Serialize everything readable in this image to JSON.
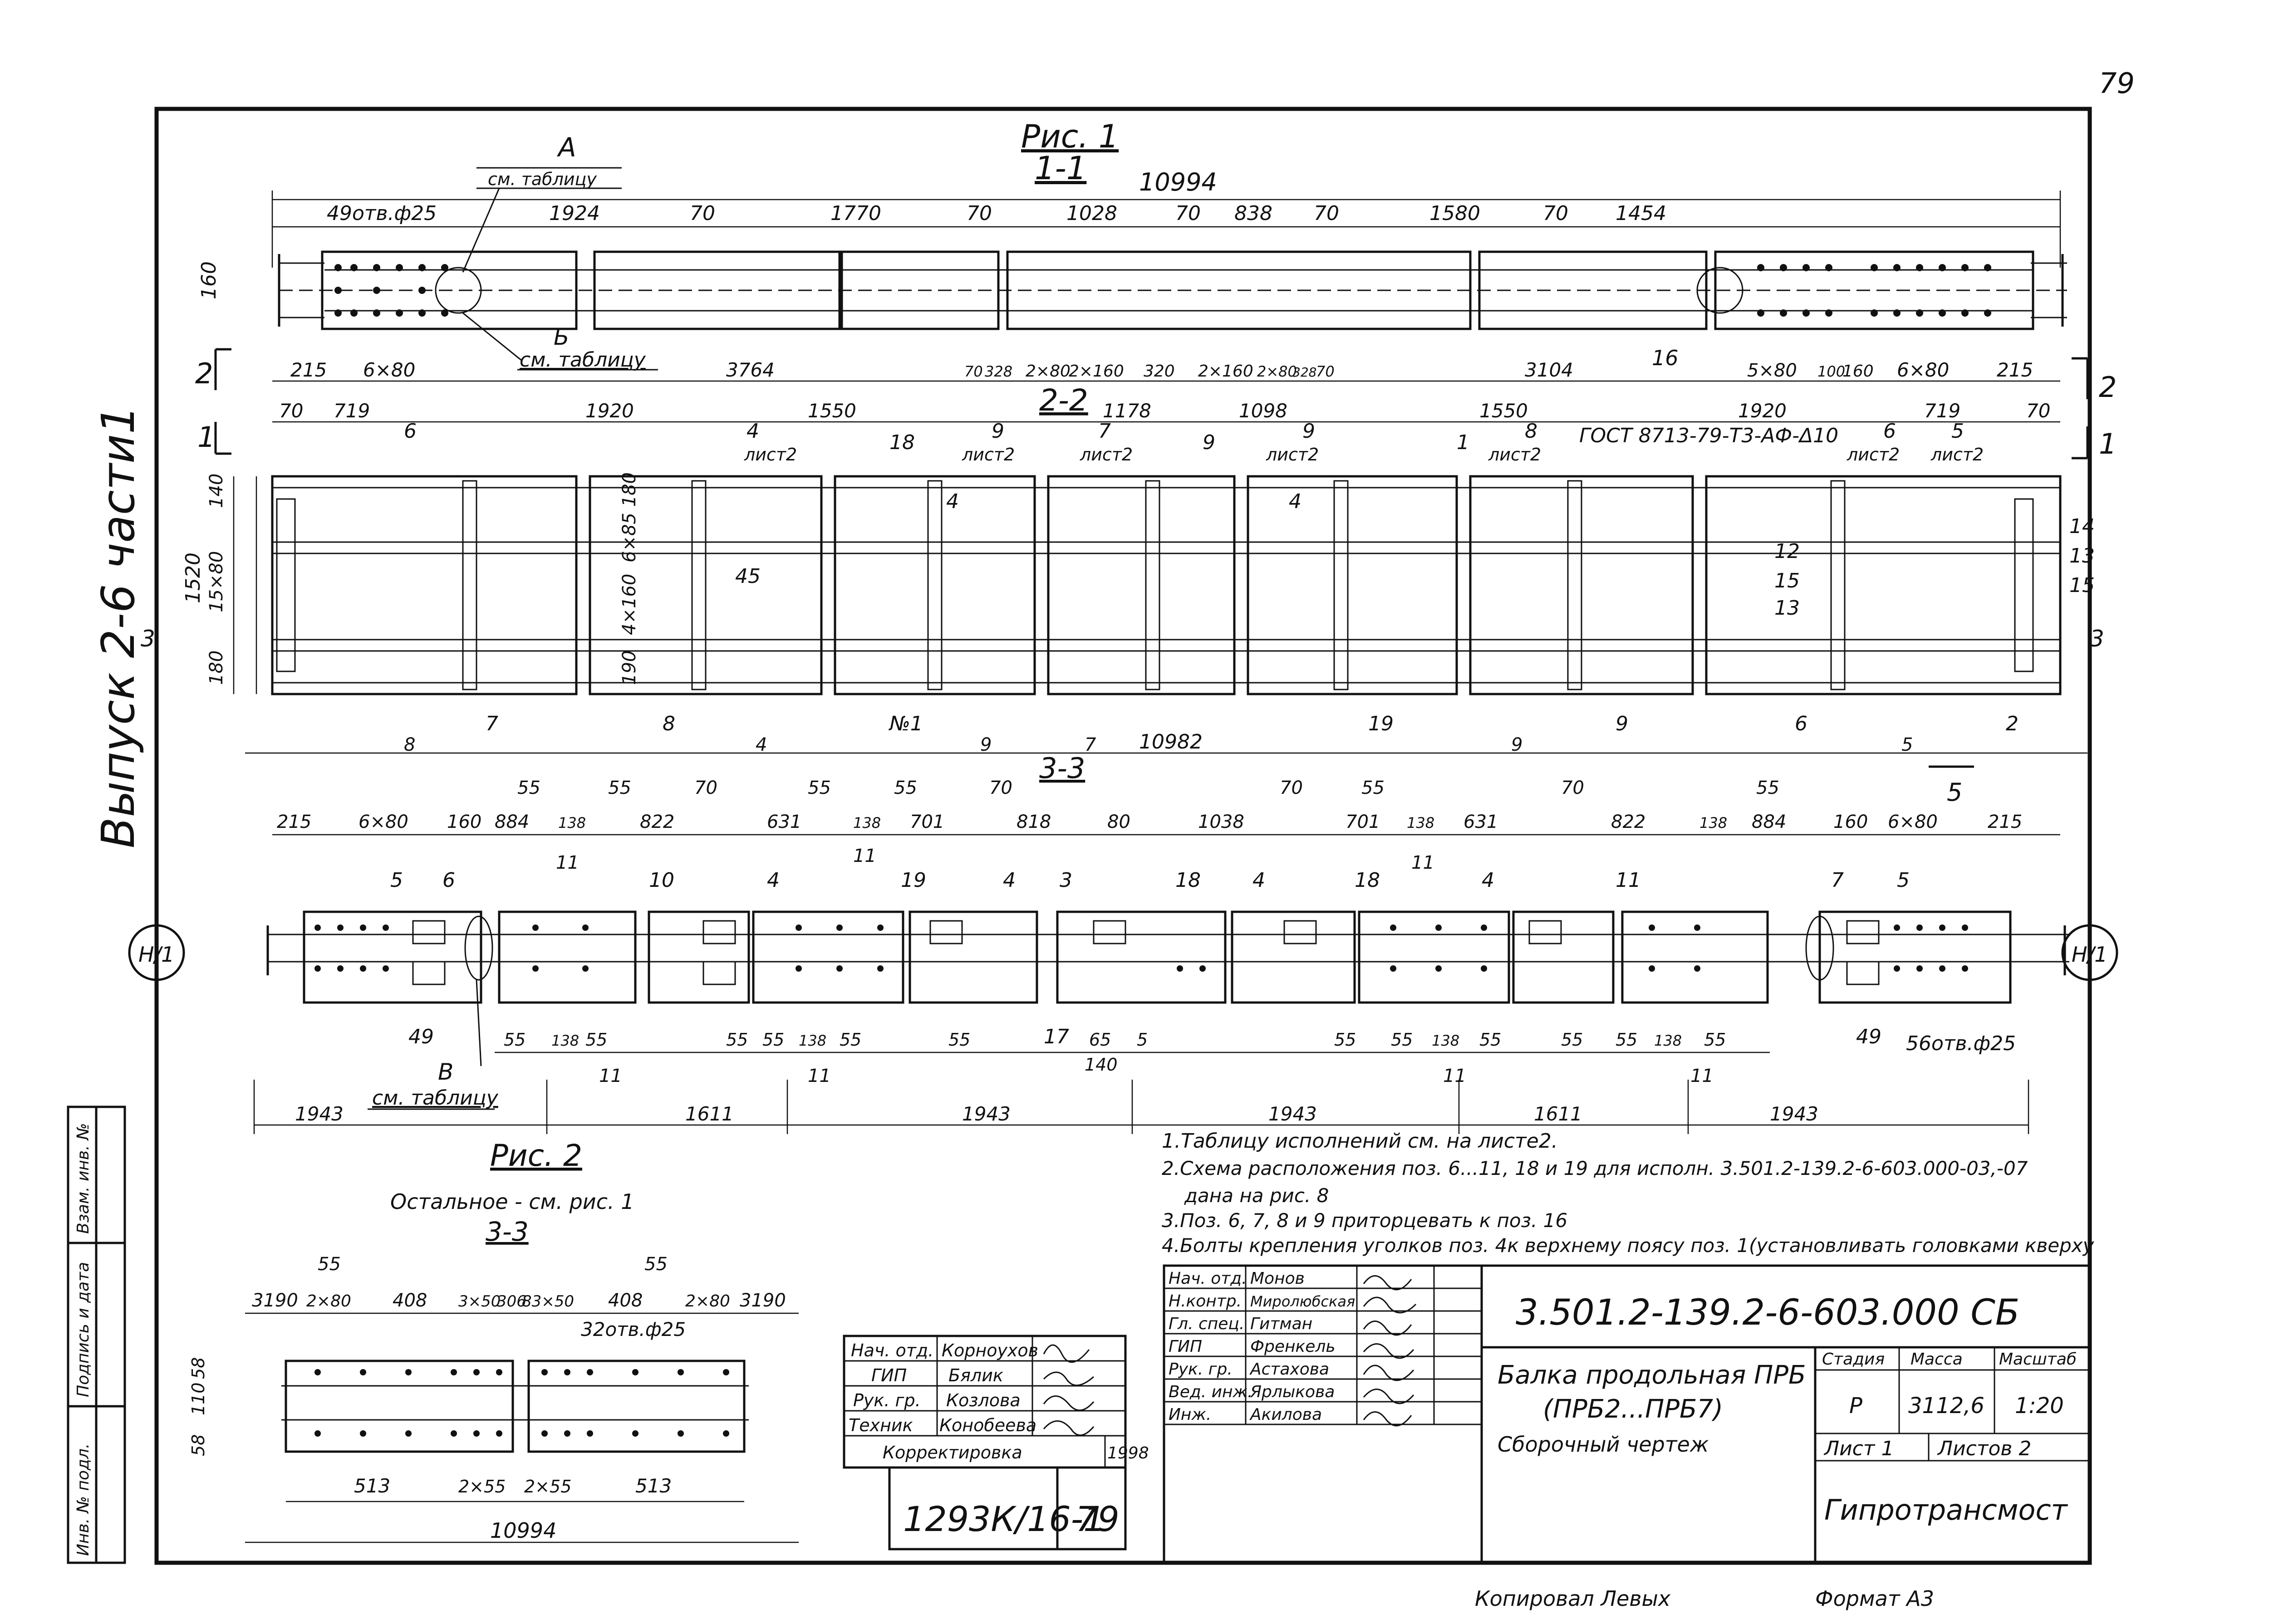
{
  "page_number": "79",
  "side_label": "Выпуск 2-6 части1",
  "fig1": {
    "title": "Рис. 1",
    "sec11": "1-1",
    "sec22": "2-2",
    "sec33": "3-3",
    "overall": "10994",
    "overall_22": "10982",
    "callout_a": "А",
    "callout_a_note": "см. таблицу",
    "callout_b": "Б",
    "callout_b_note": "см. таблицу",
    "callout_v": "В",
    "callout_v_note": "см. таблицу",
    "holes_49": "49отв.ф25",
    "holes_56": "56отв.ф25",
    "height_160": "160",
    "h_140": "140",
    "h_1520": "1520",
    "h_15x80": "15×80",
    "h_180": "180",
    "h_6x85": "6×85 180",
    "h_4x160": "4×160",
    "h_190": "190",
    "gost": "ГОСТ 8713-79-Т3-АФ-Δ10",
    "axis_left": "Н/1",
    "axis_right": "Н/1",
    "dims_11_top": [
      "1924",
      "70",
      "1770",
      "70",
      "1028",
      "70",
      "838",
      "70",
      "1580",
      "70",
      "1454"
    ],
    "dims_11_bot": [
      "215",
      "6×80",
      "3764",
      "70",
      "328",
      "2×80",
      "2×160",
      "320",
      "2×160",
      "2×80",
      "328",
      "70",
      "3104",
      "5×80",
      "100",
      "160",
      "6×80",
      "215"
    ],
    "dims_22_top": [
      "70",
      "719",
      "1920",
      "1550",
      "1178",
      "1098",
      "1550",
      "1920",
      "719",
      "70"
    ],
    "dims_33_top": [
      "215",
      "6×80",
      "160",
      "884",
      "138",
      "822",
      "631",
      "138",
      "701",
      "818",
      "80",
      "1038",
      "701",
      "138",
      "631",
      "822",
      "138",
      "884",
      "160",
      "6×80",
      "215"
    ],
    "dims_33_55": [
      "55",
      "55",
      "70",
      "55",
      "55",
      "70",
      "70",
      "55",
      "70",
      "55"
    ],
    "dims_33_bot": [
      "55",
      "138",
      "55",
      "55",
      "55",
      "138",
      "55",
      "55",
      "65",
      "5",
      "140",
      "55",
      "55",
      "138",
      "55",
      "55",
      "55",
      "138",
      "55"
    ],
    "dims_33_11": [
      "11",
      "11",
      "11",
      "11",
      "11",
      "11"
    ],
    "dims_33_base": [
      "1943",
      "1611",
      "1943",
      "1943",
      "1611",
      "1943"
    ],
    "section_marks": [
      "2",
      "1",
      "2",
      "1",
      "3",
      "3",
      "5",
      "5"
    ],
    "pos_labels_22": [
      "6",
      "4",
      "9",
      "7",
      "9",
      "9",
      "8",
      "6",
      "5",
      "18",
      "4",
      "4",
      "1",
      "12",
      "15",
      "13",
      "14",
      "13",
      "15",
      "45",
      "7",
      "8",
      "№1",
      "9",
      "19",
      "9",
      "6",
      "2",
      "8",
      "4",
      "9",
      "7",
      "5",
      "5"
    ],
    "pos_labels_33": [
      "5",
      "6",
      "10",
      "4",
      "19",
      "4",
      "3",
      "18",
      "4",
      "18",
      "4",
      "11",
      "7",
      "5",
      "49",
      "49",
      "17",
      "11",
      "11",
      "11"
    ],
    "sheet_refs": [
      "лист2",
      "лист2",
      "лист2",
      "лист2",
      "лист2",
      "лист2",
      "лист2"
    ]
  },
  "fig2": {
    "title": "Рис. 2",
    "note": "Остальное - см. рис. 1",
    "section": "3-3",
    "dims_top": [
      "55",
      "55",
      "3190",
      "2×80",
      "408",
      "3×50",
      "306",
      "83×50",
      "408",
      "2×80",
      "3190"
    ],
    "holes": "32отв.ф25",
    "heights": [
      "58",
      "110",
      "58"
    ],
    "dims_bot": [
      "513",
      "2×55",
      "2×55",
      "513"
    ],
    "overall": "10994"
  },
  "notes": [
    "1.Таблицу исполнений см. на листе2.",
    "2.Схема расположения поз. 6...11, 18 и 19 для исполн. 3.501.2-139.2-6-603.000-03,-07",
    "дана на рис. 8",
    "3.Поз. 6, 7, 8 и 9 приторцевать к поз. 16",
    "4.Болты крепления уголков поз. 4к верхнему поясу поз. 1(установливать головками кверху"
  ],
  "stamp_small": {
    "rows": [
      {
        "role": "Нач. отд.",
        "name": "Корноухов"
      },
      {
        "role": "ГИП",
        "name": "Бялик"
      },
      {
        "role": "Рук. гр.",
        "name": "Козлова"
      },
      {
        "role": "Техник",
        "name": "Конобеева"
      }
    ],
    "correction": "Корректировка",
    "year": "1998",
    "archive": "1293К/16-1",
    "sheet": "79"
  },
  "title_block": {
    "staff": [
      {
        "role": "Нач. отд.",
        "name": "Монов"
      },
      {
        "role": "Н.контр.",
        "name": "Миролюбская"
      },
      {
        "role": "Гл. спец.",
        "name": "Гитман"
      },
      {
        "role": "ГИП",
        "name": "Френкель"
      },
      {
        "role": "Рук. гр.",
        "name": "Астахова"
      },
      {
        "role": "Вед. инж.",
        "name": "Ярлыкова"
      },
      {
        "role": "Инж.",
        "name": "Акилова"
      }
    ],
    "designation": "3.501.2-139.2-6-603.000 СБ",
    "name_line1": "Балка продольная ПРБ",
    "name_line2": "(ПРБ2...ПРБ7)",
    "name_line3": "Сборочный        чертеж",
    "stage_h": "Стадия",
    "mass_h": "Масса",
    "scale_h": "Масштаб",
    "stage": "Р",
    "mass": "3112,6",
    "scale": "1:20",
    "sheet": "Лист 1",
    "sheets": "Листов 2",
    "org": "Гипротрансмост"
  },
  "left_strip": [
    "Взам. инв. №",
    "Подпись и дата",
    "Инв. № подл."
  ],
  "footer": {
    "copied": "Копировал Левых",
    "format": "Формат А3"
  }
}
